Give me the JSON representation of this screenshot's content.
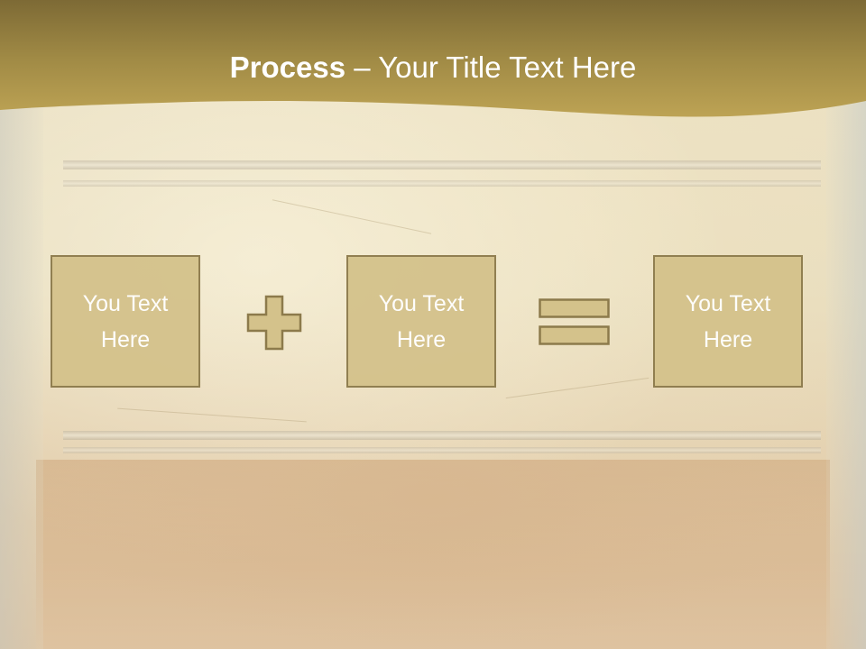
{
  "title": {
    "strong": "Process",
    "rest": " – Your Title Text Here"
  },
  "process": {
    "boxes": [
      {
        "text": "You Text Here"
      },
      {
        "text": "You Text Here"
      },
      {
        "text": "You Text Here"
      }
    ],
    "operators": [
      "plus-icon",
      "equals-icon"
    ]
  },
  "colors": {
    "banner": "#b49a4e",
    "box_fill": "#d4c28b",
    "box_border": "#8c7a4b",
    "text": "#ffffff"
  }
}
